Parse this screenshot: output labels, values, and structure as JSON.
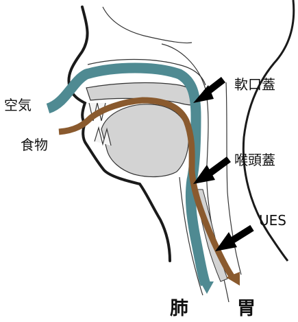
{
  "labels": {
    "air": "空気",
    "food": "食物",
    "soft_palate": "軟口蓋",
    "epiglottis": "喉頭蓋",
    "ues": "UES",
    "lung": "肺",
    "stomach": "胃"
  },
  "colors": {
    "air_path": "#4f8a92",
    "food_path": "#8a5a2e",
    "outline": "#1a1a1a",
    "tissue_fill": "#d3d3d3",
    "arrow": "#000000"
  }
}
